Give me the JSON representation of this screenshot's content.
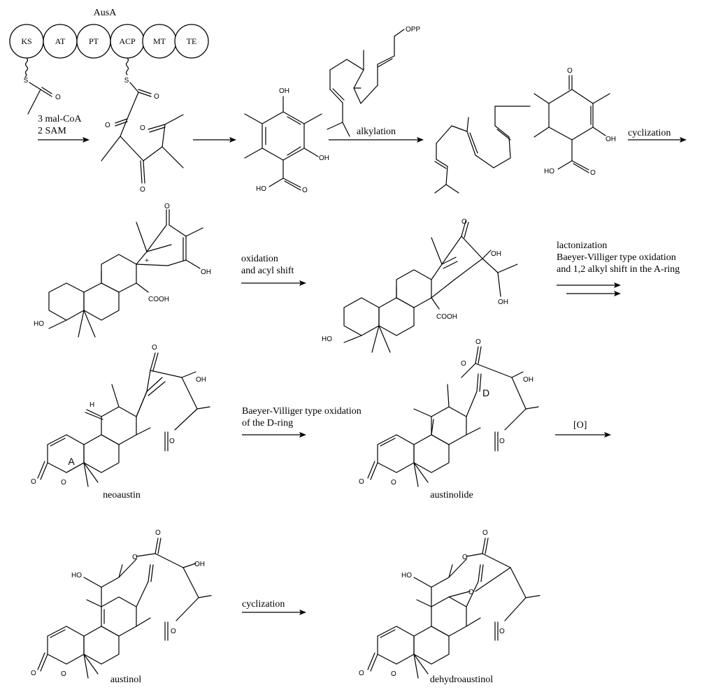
{
  "enzyme": {
    "name": "AusA",
    "domains": [
      "KS",
      "AT",
      "PT",
      "ACP",
      "MT",
      "TE"
    ]
  },
  "steps": {
    "precursors_line1": "3 mal-CoA",
    "precursors_line2": "2 SAM",
    "alkylation": "alkylation",
    "cyclization_1": "cyclization",
    "oxidation_line1": "oxidation",
    "oxidation_line2": "and acyl shift",
    "lacton_line1": "lactonization",
    "lacton_line2": "Baeyer-Villiger type oxidation",
    "lacton_line3": "and 1,2 alkyl shift in the A-ring",
    "bv_line1": "Baeyer-Villiger type oxidation",
    "bv_line2": "of the D-ring",
    "oxidation_symbol": "[O]",
    "cyclization_2": "cyclization"
  },
  "compounds": {
    "neoaustin": "neoaustin",
    "austinolide": "austinolide",
    "austinol": "austinol",
    "dehydroaustinol": "dehydroaustinol"
  },
  "atoms": {
    "S": "S",
    "O": "O",
    "OH": "OH",
    "HO": "HO",
    "OPP": "OPP",
    "COOH": "COOH",
    "H": "H",
    "plus": "+"
  },
  "ring_labels": {
    "A": "A",
    "D": "D"
  }
}
